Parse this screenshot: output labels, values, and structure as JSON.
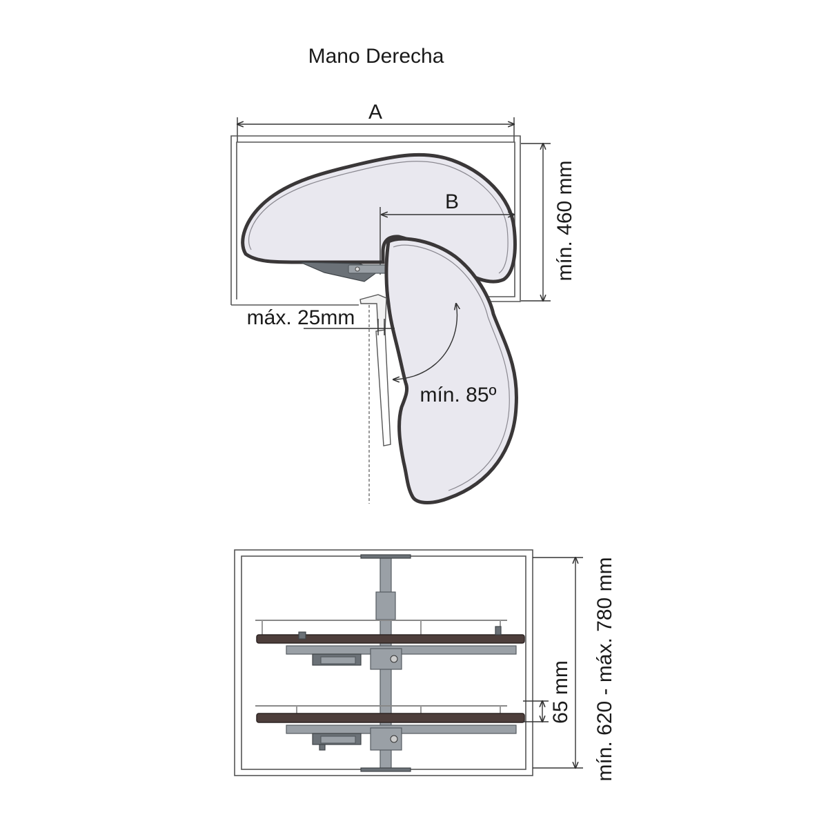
{
  "title": "Mano Derecha",
  "labels": {
    "a": "A",
    "b": "B",
    "height_top": "mín. 460 mm",
    "door_gap": "máx. 25mm",
    "angle": "mín. 85º",
    "shelf_spacing": "65 mm",
    "height_range": "mín. 620 - máx. 780 mm"
  },
  "colors": {
    "tray_fill": "#e9e8ef",
    "tray_outline": "#3a3738",
    "shelf_wood": "#4d3e3b",
    "metal": "#9aa0a6"
  }
}
